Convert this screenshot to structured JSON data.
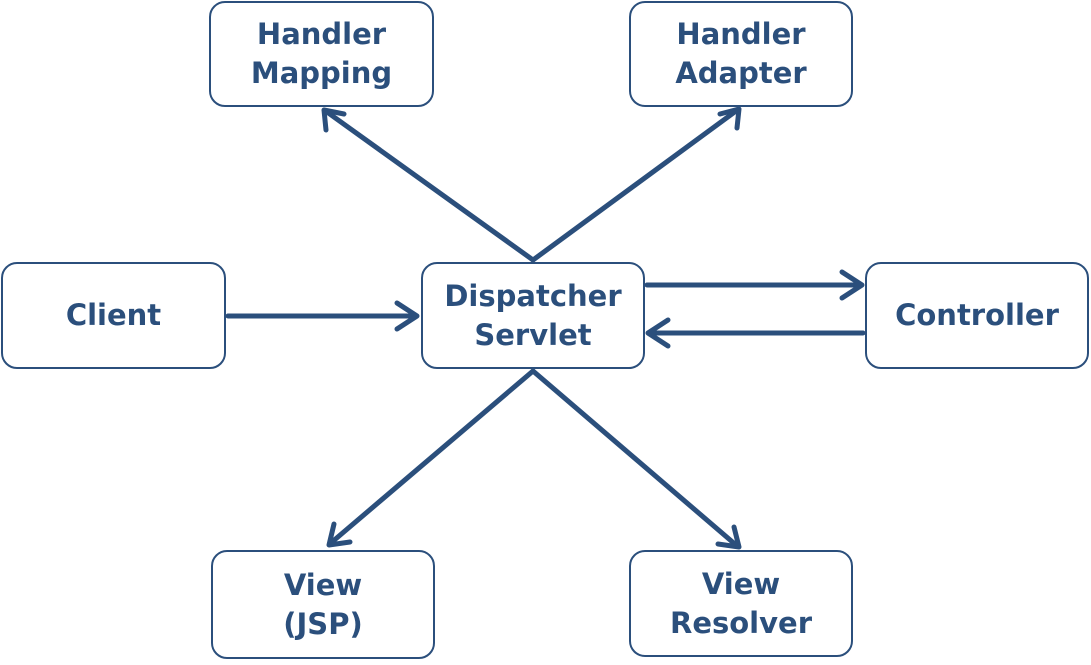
{
  "colors": {
    "line": "#2b4f7c",
    "text": "#2b4f7c",
    "box_border": "#2b4f7c",
    "background": "#ffffff"
  },
  "nodes": {
    "handler_mapping": {
      "line1": "Handler",
      "line2": "Mapping"
    },
    "handler_adapter": {
      "line1": "Handler",
      "line2": "Adapter"
    },
    "client": {
      "line1": "Client"
    },
    "dispatcher_servlet": {
      "line1": "Dispatcher",
      "line2": "Servlet"
    },
    "controller": {
      "line1": "Controller"
    },
    "view_jsp": {
      "line1": "View",
      "line2": "(JSP)"
    },
    "view_resolver": {
      "line1": "View",
      "line2": "Resolver"
    }
  },
  "edges": [
    {
      "from": "client",
      "to": "dispatcher_servlet"
    },
    {
      "from": "dispatcher_servlet",
      "to": "handler_mapping"
    },
    {
      "from": "dispatcher_servlet",
      "to": "handler_adapter"
    },
    {
      "from": "dispatcher_servlet",
      "to": "controller"
    },
    {
      "from": "controller",
      "to": "dispatcher_servlet"
    },
    {
      "from": "dispatcher_servlet",
      "to": "view_jsp"
    },
    {
      "from": "dispatcher_servlet",
      "to": "view_resolver"
    }
  ]
}
